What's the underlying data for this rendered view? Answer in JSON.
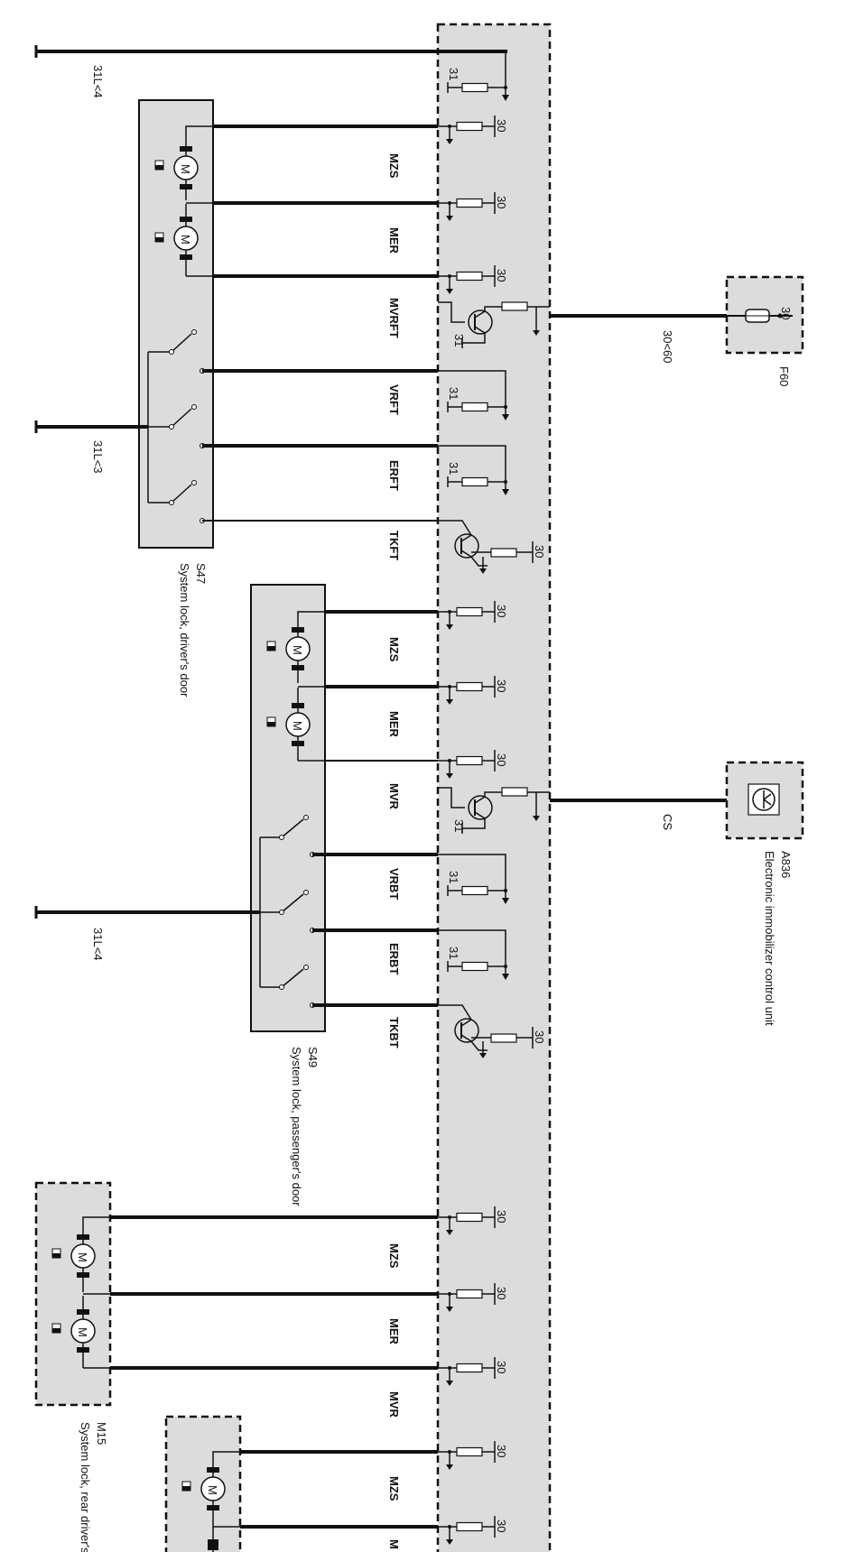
{
  "components": {
    "s47": {
      "id": "S47",
      "desc": "System lock, driver's door"
    },
    "s49": {
      "id": "S49",
      "desc": "System lock, passenger's door"
    },
    "m15": {
      "id": "M15",
      "desc": "System lock, rear driver's side"
    },
    "f60": {
      "id": "F60",
      "pin": "30"
    },
    "a836": {
      "id": "A836",
      "desc": "Electronic immobilizer control unit"
    }
  },
  "grounds": {
    "g1": "31L<4",
    "g2": "31L<3",
    "g3": "31L<4"
  },
  "wires": {
    "f60_feed": "30<60",
    "cs": "CS"
  },
  "signals": {
    "s47": [
      "MZS",
      "MER",
      "MVRFT",
      "VRFT",
      "ERFT",
      "TKFT"
    ],
    "s49": [
      "MZS",
      "MER",
      "MVR",
      "VRBT",
      "ERBT",
      "TKBT"
    ],
    "m15": [
      "MZS",
      "MER",
      "MVR"
    ],
    "m_last": [
      "MZS",
      "M"
    ]
  },
  "terminals": {
    "t30": "30",
    "t31": "31"
  },
  "motor_symbol": "M"
}
